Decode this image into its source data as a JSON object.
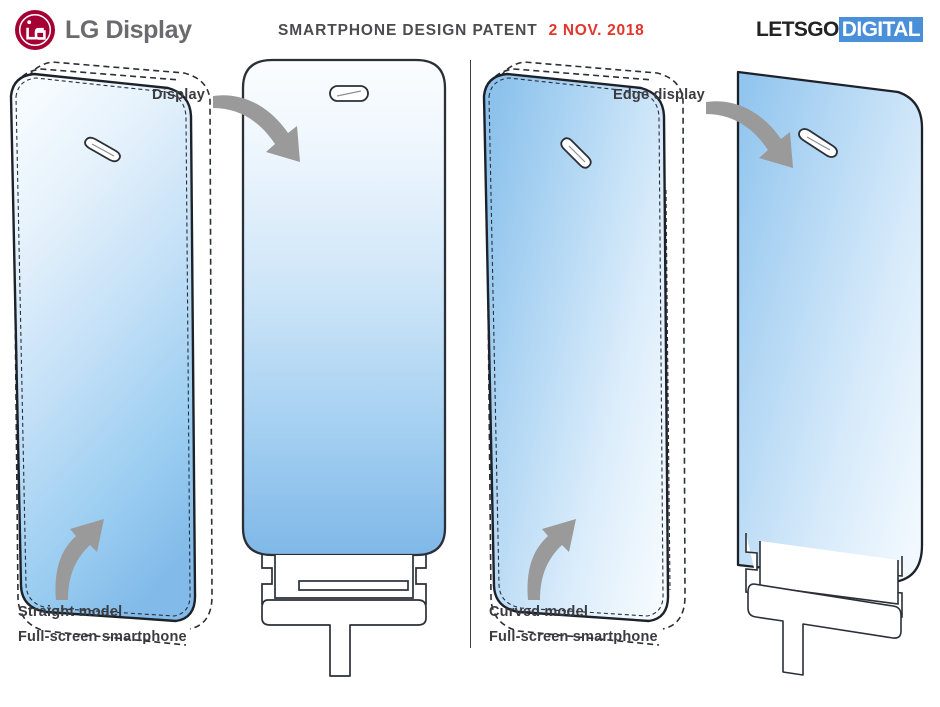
{
  "header": {
    "brand_name": "LG Display",
    "brand_logo_icon": "lg-circle-logo-icon",
    "title": "SMARTPHONE DESIGN PATENT",
    "date": "2 NOV. 2018",
    "publisher_part1": "LETSGO",
    "publisher_part2": "DIGITAL"
  },
  "colors": {
    "lg_crimson": "#a50034",
    "brand_gray": "#6b6b6f",
    "title_gray": "#4c4c50",
    "date_red": "#e2352c",
    "publisher_blue": "#4a90d9",
    "screen_blue_bottom": "#7fb8e8",
    "screen_blue_top": "#fafdff",
    "outline_dark": "#2b2f38",
    "arrow_gray": "#9a9a9a",
    "divider": "#3a3f4a"
  },
  "figures": {
    "left": {
      "callout_label": "Display",
      "caption_line1": "Straight model",
      "caption_line2": "Full-screen smartphone",
      "iso_view_name": "straight-model-isometric-phone",
      "front_view_name": "straight-model-front-phone",
      "notch_name": "camera-speaker-notch"
    },
    "right": {
      "callout_label": "Edge display",
      "caption_line1": "Curved model",
      "caption_line2": "Full-screen smartphone",
      "iso_view_name": "curved-model-isometric-phone",
      "front_view_name": "curved-model-front-phone",
      "notch_name": "camera-speaker-notch"
    }
  }
}
